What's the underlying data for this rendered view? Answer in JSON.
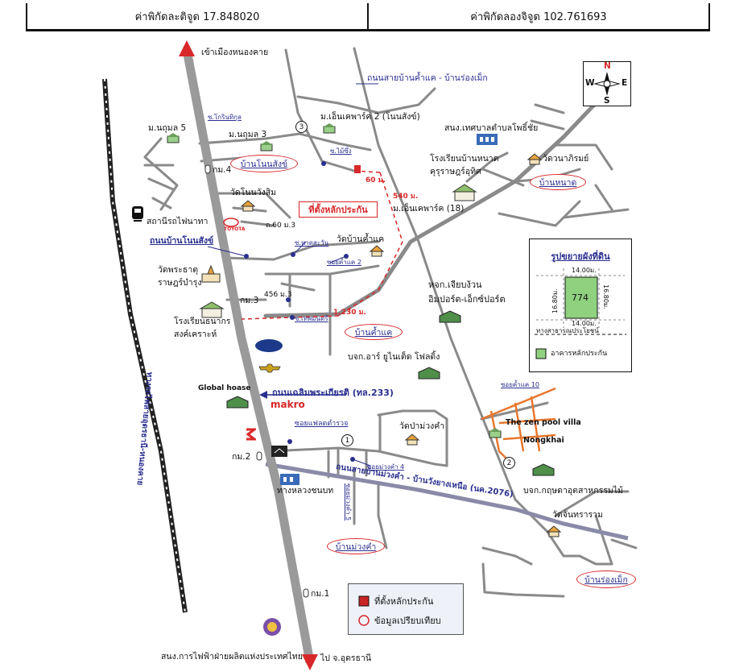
{
  "coords": {
    "latitude_label": "ค่าพิกัดละติจูด 17.848020",
    "longitude_label": "ค่าพิกัดลองจิจูด 102.761693"
  },
  "compass": {
    "n": "N",
    "s": "S",
    "e": "E",
    "w": "W"
  },
  "roads": {
    "to_nongkhai": "เข้าเมืองหนองคาย",
    "to_udon": "ไป จ.อุดรธานี",
    "ban_khamkhae_rongmek": "ถนนสายบ้านค้ำแค - บ้านร่องเม็ก",
    "non_sang": "ถนนบ้านโนนสังข์",
    "main_highway": "ถนนเฉลิมพระเกียรติ (ทล.233)",
    "muang_kham_road": "ถนนสายบ้านม่วงคำ - บ้านวังยางเหนือ (นค.2076)",
    "rail_line": "ทางรถไฟสายอุดรธานี-หนองคาย",
    "soi_flat": "ซอยแฟลตตำรวจ",
    "soi_kham_khae_2": "ซอยค้ำแค 2",
    "soi_kham_khae_10": "ซอยค้ำแค 10",
    "soi_muang_kham_4": "ซอยม่วงคำ 4",
    "soi_mai_sueng": "ซ.ไม้ซึ่ง",
    "soi_kham_lasan": "ซ.หาดสะวัน",
    "soi_pin_kaew": "ซ.โกรินทิกุล",
    "soi_thep": "ซ.เทพมนตรี",
    "soi_muang_v": "ซอยม่วงคำ 5",
    "road_60": "ถ.60 ม.3",
    "road_456": "456 ม.3"
  },
  "places": {
    "moo_nuchul5": "ม.นถุมล 5",
    "moo_nuchul3": "ม.นถุมล 3",
    "moo_nc2": "ม.เอ็นเคพาร์ค 2 (โนนสังข์)",
    "moo_nc18": "ม.เอ็นเคพาร์ค (18)",
    "municipality": "สนง.เทศบาลตำบลโพธิ์ชัย",
    "school_nonghad1": "โรงเรียนบ้านหนาด",
    "school_nonghad2": "คุรุราษฎร์อุทิศ",
    "wat_nad": "วัดวนาภิรมย์",
    "wat_non": "วัดโนนวังสิม",
    "wat_khamkhae": "วัดบ้านค้ำแค",
    "station": "สถานีรถไฟนาทา",
    "wat_phra": "วัดพระธาตุ",
    "wat_phra2": "ราษฎร์บำรุง",
    "school_thana1": "โรงเรียนธนากร",
    "school_thana2": "สงค์เคราะห์",
    "km4": "กม.4",
    "km3": "กม.3",
    "km2": "กม.2",
    "km1": "กม.1",
    "jiap1": "หจก.เจียบง้วน",
    "jiap2": "อิมปอร์ต-เอ็กซ์ปอร์ต",
    "ar_united": "บจก.อาร์ ยูไนเต็ด โฟลดิ้ง",
    "global_house": "Global hoase",
    "makro": "makro",
    "wat_muang": "วัดป่าม่วงคำ",
    "zen1": "The zen pool villa",
    "zen2": "Nongkhai",
    "krit": "บจก.กฤษดาอุตสาหกรรมไม้",
    "wat_chan": "วัดจันทราราม",
    "highways_dept": "ทางหลวงชนบท",
    "egat": "สนง.การไฟฟ้าฝ่ายผลิตแห่งประเทศไทย",
    "toyota": "TOYOTA"
  },
  "villages": {
    "non_sang": "บ้านโนนสังข์",
    "nad": "บ้านหนาด",
    "khamkhae": "บ้านค้ำแค",
    "muang_kham": "บ้านม่วงคำ",
    "rong_mek": "บ้านร่องเม็ก"
  },
  "subject": {
    "label": "ที่ตั้งหลักประกัน",
    "dist_60": "60 ม.",
    "dist_540": "540 ม.",
    "dist_1230": "1,230 ม."
  },
  "comparables": [
    "1",
    "2",
    "3"
  ],
  "plot": {
    "title": "รูปขยายผังที่ดิน",
    "lot_no": "774",
    "top_w": "14.00ม.",
    "bottom_w": "14.00ม.",
    "left_h": "16.80ม.",
    "right_h": "16.80ม.",
    "road": "ทางสาธารณประโยชน์",
    "legend": "อาคารหลักประกัน"
  },
  "legend": {
    "subject": "ที่ตั้งหลักประกัน",
    "comparable": "ข้อมูลเปรียบเทียบ"
  },
  "colors": {
    "road": "#8a8a8a",
    "highway": "#9a9a9a",
    "accent_red": "#d8282a",
    "text_blue": "#2a2f8f",
    "soi_orange": "#e8772e",
    "plot_green": "#8fd17f"
  }
}
